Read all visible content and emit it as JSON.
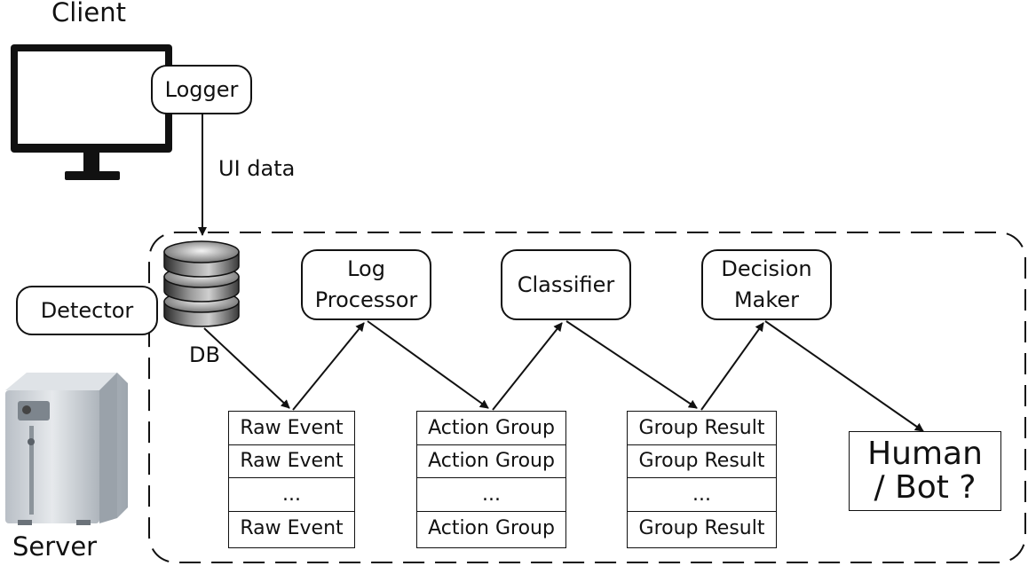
{
  "client": {
    "title": "Client",
    "logger": "Logger"
  },
  "ui_data_label": "UI data",
  "detector": "Detector",
  "db_label": "DB",
  "server": {
    "title": "Server"
  },
  "log_processor": {
    "line1": "Log",
    "line2": "Processor"
  },
  "classifier": "Classifier",
  "decision_maker": {
    "line1": "Decision",
    "line2": "Maker"
  },
  "raw_events": [
    "Raw Event",
    "Raw Event",
    "...",
    "Raw Event"
  ],
  "action_groups": [
    "Action Group",
    "Action Group",
    "...",
    "Action Group"
  ],
  "group_results": [
    "Group Result",
    "Group Result",
    "...",
    "Group Result"
  ],
  "result": {
    "line1": "Human",
    "line2": "/ Bot ?"
  }
}
